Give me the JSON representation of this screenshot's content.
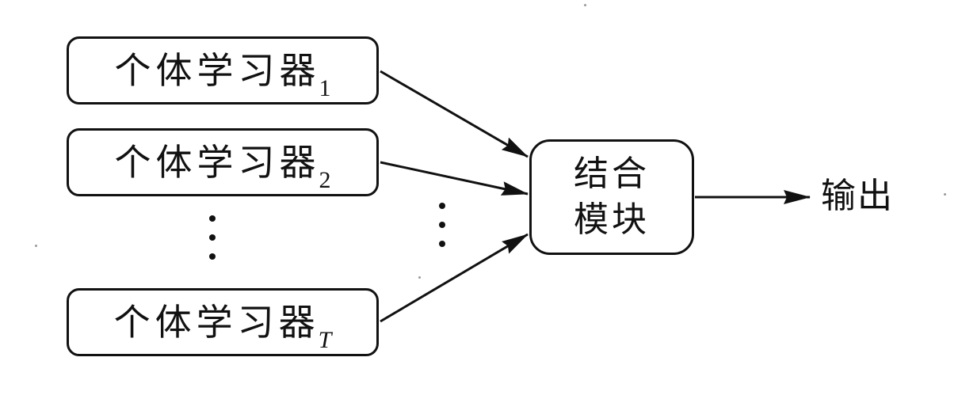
{
  "learners": [
    {
      "label": "个体学习器",
      "subscript": "1"
    },
    {
      "label": "个体学习器",
      "subscript": "2"
    },
    {
      "label": "个体学习器",
      "subscript": "T"
    }
  ],
  "combiner": {
    "line1": "结合",
    "line2": "模块"
  },
  "output": {
    "label": "输出"
  },
  "colors": {
    "stroke": "#111111",
    "background": "#ffffff"
  }
}
